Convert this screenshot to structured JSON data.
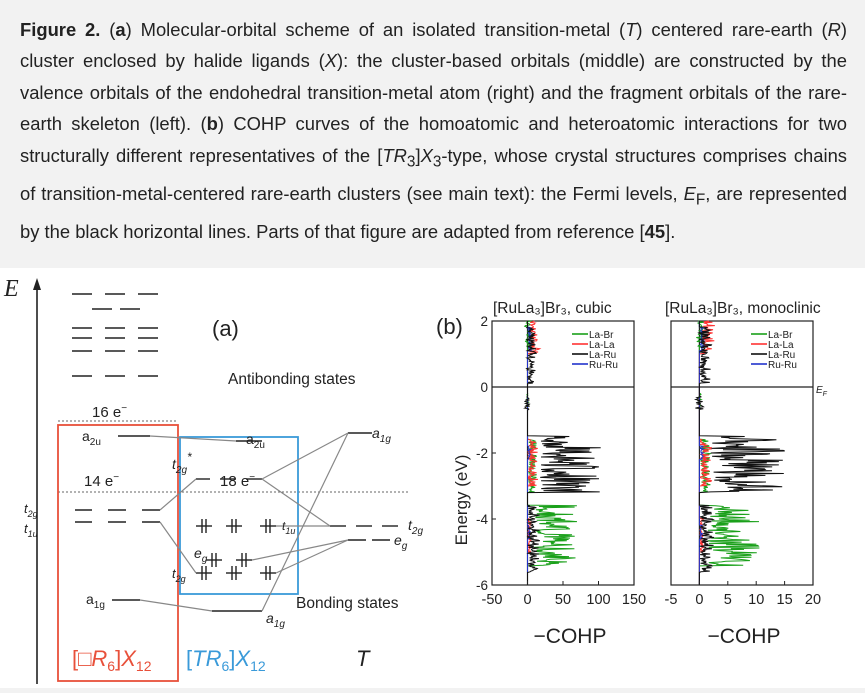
{
  "caption": {
    "figure_label": "Figure 2.",
    "seg1": " (",
    "a": "a",
    "seg2": ") Molecular-orbital scheme of an isolated transition-metal (",
    "T": "T",
    "seg3": ") centered rare-earth (",
    "R": "R",
    "seg4": ") cluster enclosed by halide ligands (",
    "X": "X",
    "seg5": "): the cluster-based orbitals (middle) are constructed by the valence orbitals of the endohedral transition-metal atom (right) and the fragment orbitals of the rare-earth skeleton (left). (",
    "b": "b",
    "seg6": ") COHP curves of the homoatomic and heteroatomic interactions for two structurally different representatives of the [",
    "TR": "TR",
    "sub3a": "3",
    "close": "]",
    "X2": "X",
    "sub3b": "3",
    "seg7": "-type, whose crystal structures comprises chains of transition-metal-centered rare-earth clusters (see main text): the Fermi levels, ",
    "EF": "E",
    "F": "F",
    "seg8": ", are represented by the black horizontal lines. Parts of that figure are adapted from reference [",
    "ref": "45",
    "seg9": "]."
  },
  "panel_a": {
    "axis_label": "E",
    "label": "(a)",
    "antibonding": "Antibonding states",
    "bonding": "Bonding states",
    "e16": "16 e",
    "e14": "14 e",
    "e18": "18 e",
    "a2u_left": "a",
    "a2u_left_sub": "2u",
    "a2u_mid": "a",
    "a2u_mid_sub": "2u",
    "a1g_right": "a",
    "a1g_right_sub": "1g",
    "t2g_left": "t",
    "t2g_left_sub": "2g",
    "t1u_left": "t",
    "t1u_left_sub": "1u",
    "t2g_star": "t",
    "t2g_star_sub": "2g",
    "star": "*",
    "t1u_mid": "t",
    "t1u_mid_sub": "1u",
    "t2g_right": "t",
    "t2g_right_sub": "2g",
    "eg_right": "e",
    "eg_right_sub": "g",
    "eg_mid": "e",
    "eg_mid_sub": "g",
    "t2g_mid": "t",
    "t2g_mid_sub": "2g",
    "a1g_left": "a",
    "a1g_left_sub": "1g",
    "a1g_bottom": "a",
    "a1g_bottom_sub": "1g",
    "legend_left_open": "[□",
    "legend_left_R": "R",
    "legend_left_6": "6",
    "legend_left_close": "]",
    "legend_left_X": "X",
    "legend_left_12": "12",
    "legend_mid_open": "[",
    "legend_mid_TR": "TR",
    "legend_mid_6": "6",
    "legend_mid_close": "]",
    "legend_mid_X": "X",
    "legend_mid_12": "12",
    "legend_right": "T",
    "colors": {
      "left_box": "#e8503a",
      "mid_box": "#3a9ad9"
    }
  },
  "chart_data": [
    {
      "type": "line",
      "panel": "(b)",
      "title": "[RuLa₃]Br₃, cubic",
      "xlabel": "−COHP",
      "ylabel": "Energy (eV)",
      "xlim": [
        -50,
        150
      ],
      "ylim": [
        -6,
        2
      ],
      "xticks": [
        "-50",
        "0",
        "50",
        "100",
        "150"
      ],
      "yticks": [
        "-6",
        "-4",
        "-2",
        "0",
        "2"
      ],
      "fermi_level": 0,
      "legend_position": "top-right",
      "series": [
        {
          "name": "La-Br",
          "color": "#1aa01a"
        },
        {
          "name": "La-La",
          "color": "#ff3333"
        },
        {
          "name": "La-Ru",
          "color": "#111111"
        },
        {
          "name": "Ru-Ru",
          "color": "#2233cc"
        }
      ]
    },
    {
      "type": "line",
      "title": "[RuLa₃]Br₃, monoclinic",
      "xlabel": "−COHP",
      "xlim": [
        -5,
        20
      ],
      "ylim": [
        -6,
        2
      ],
      "xticks": [
        "-5",
        "0",
        "5",
        "10",
        "15",
        "20"
      ],
      "fermi_label": "E",
      "fermi_label_sub": "F",
      "legend_position": "top-right",
      "series": [
        {
          "name": "La-Br",
          "color": "#1aa01a"
        },
        {
          "name": "La-La",
          "color": "#ff3333"
        },
        {
          "name": "La-Ru",
          "color": "#111111"
        },
        {
          "name": "Ru-Ru",
          "color": "#2233cc"
        }
      ]
    }
  ]
}
